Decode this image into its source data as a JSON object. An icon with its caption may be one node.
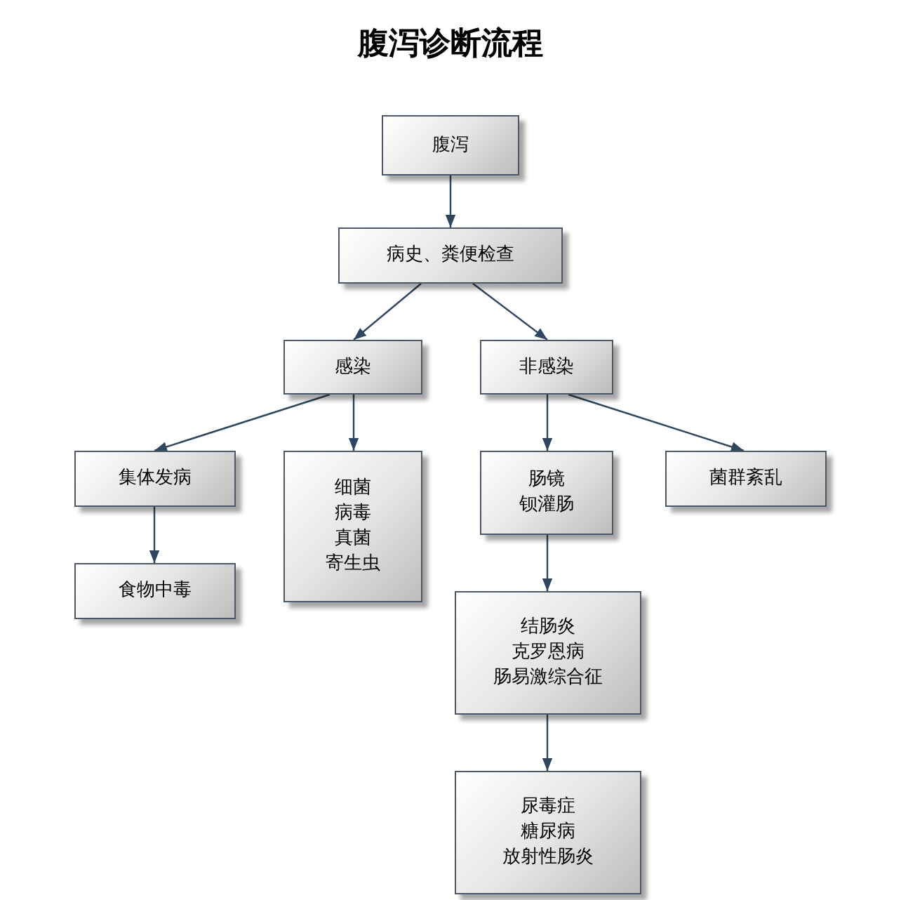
{
  "diagram": {
    "title": "腹泻诊断流程",
    "nodes": [
      {
        "text": [
          "腹泻"
        ]
      },
      {
        "text": [
          "病史、粪便检查"
        ]
      },
      {
        "text": [
          "感染"
        ]
      },
      {
        "text": [
          "非感染"
        ]
      },
      {
        "text": [
          "集体发病"
        ]
      },
      {
        "text": [
          "细菌",
          "病毒",
          "真菌",
          "寄生虫"
        ]
      },
      {
        "text": [
          "肠镜",
          "钡灌肠"
        ]
      },
      {
        "text": [
          "菌群紊乱"
        ]
      },
      {
        "text": [
          "食物中毒"
        ]
      },
      {
        "text": [
          "结肠炎",
          "克罗恩病",
          "肠易激综合征"
        ]
      },
      {
        "text": [
          "尿毒症",
          "糖尿病",
          "放射性肠炎"
        ]
      }
    ],
    "edges": [
      {
        "from": 0,
        "to": 1,
        "arrow": "to"
      },
      {
        "from": 1,
        "to": 2,
        "arrow": "to"
      },
      {
        "from": 1,
        "to": 3,
        "arrow": "to"
      },
      {
        "from": 2,
        "to": 4,
        "arrow": "to"
      },
      {
        "from": 2,
        "to": 5,
        "arrow": "to"
      },
      {
        "from": 3,
        "to": 6,
        "arrow": "to"
      },
      {
        "from": 3,
        "to": 7,
        "arrow": "to"
      },
      {
        "from": 4,
        "to": 8,
        "arrow": "to"
      },
      {
        "from": 6,
        "to": 9,
        "arrow": "to"
      },
      {
        "from": 9,
        "to": 10,
        "arrow": "to"
      }
    ]
  }
}
